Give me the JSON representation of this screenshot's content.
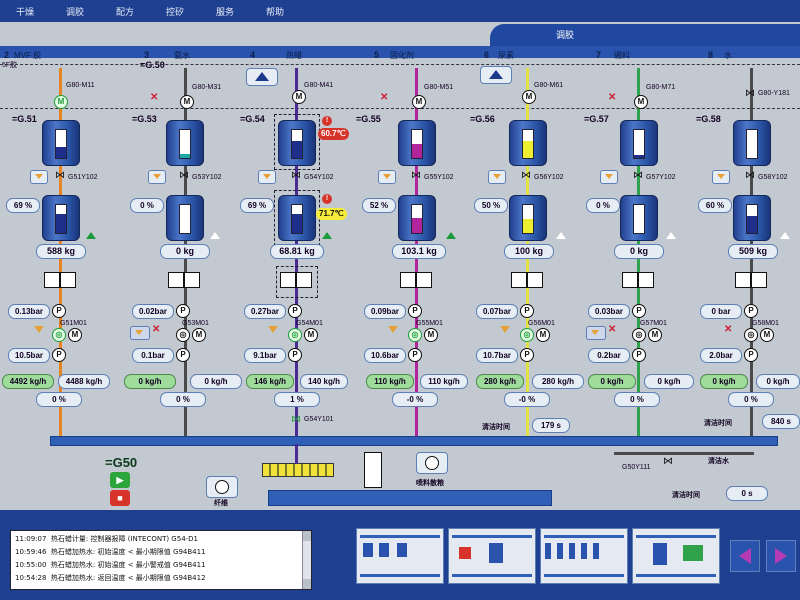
{
  "menu": [
    "干燥",
    "调胶",
    "配方",
    "控矽",
    "服务",
    "帮助"
  ],
  "tab": "调胶",
  "streams": [
    {
      "num": "2",
      "name": "MVF 胶"
    },
    {
      "num": "3",
      "name": "氨水"
    },
    {
      "num": "4",
      "name": "热蜡"
    },
    {
      "num": "5",
      "name": "固化剂"
    },
    {
      "num": "6",
      "name": "尿素"
    },
    {
      "num": "7",
      "name": "硼料"
    },
    {
      "num": "8",
      "name": "水"
    }
  ],
  "top_labels": {
    "left": "5F胶",
    "g50": "=G.50"
  },
  "motor_tags": [
    "G80-M11",
    "G80-M31",
    "G80-M41",
    "G80-M51",
    "G80-M61",
    "G80-M71",
    "G80-Y181"
  ],
  "group_tags": [
    "=G.51",
    "=G.53",
    "=G.54",
    "=G.55",
    "=G.56",
    "=G.57",
    "=G.58"
  ],
  "valve_tags": [
    "G51Y102",
    "G53Y102",
    "G54Y102",
    "G55Y102",
    "G56Y102",
    "G57Y102",
    "G58Y102"
  ],
  "temps": {
    "red": "60.7℃",
    "yellow": "71.7℃"
  },
  "percents": [
    "69 %",
    "0 %",
    "69 %",
    "52 %",
    "50 %",
    "0 %",
    "60 %"
  ],
  "weights": [
    "588 kg",
    "0 kg",
    "68.81 kg",
    "103.1 kg",
    "100 kg",
    "0 kg",
    "509 kg"
  ],
  "pressures_top": [
    "0.13bar",
    "0.02bar",
    "0.27bar",
    "0.09bar",
    "0.07bar",
    "0.03bar",
    "0 bar"
  ],
  "pump_tags": [
    "G51M01",
    "G53M01",
    "G54M01",
    "G55M01",
    "G56M01",
    "G57M01",
    "G58M01"
  ],
  "pressures_bottom": [
    "10.5bar",
    "0.1bar",
    "9.1bar",
    "10.6bar",
    "10.7bar",
    "0.2bar",
    "2.0bar"
  ],
  "flows_left": [
    "4492 kg/h",
    "0 kg/h",
    "146 kg/h",
    "110 kg/h",
    "280 kg/h",
    "0 kg/h",
    "0 kg/h"
  ],
  "flows_right": [
    "4488 kg/h",
    "0 kg/h",
    "140 kg/h",
    "110 kg/h",
    "280 kg/h",
    "0 kg/h",
    "0 kg/h"
  ],
  "deviations": [
    "0 %",
    "0 %",
    "1 %",
    "-0 %",
    "-0 %",
    "0 %",
    "0 %"
  ],
  "g54y101": "G54Y101",
  "cleaning": {
    "label": "清洁时间",
    "value_mid": "179 s",
    "value_right": "840 s"
  },
  "g50y111": {
    "tag": "G50Y111",
    "water": "清洁水",
    "time_label": "清洁时间",
    "time_value": "0 s"
  },
  "g50": {
    "title": "=G50"
  },
  "buttons": {
    "fiber": "纤维",
    "spray": "喷料散粮"
  },
  "alarms": [
    {
      "time": "11:09:07",
      "text": "热石蜡计量: 控制器报障 (INTECONT) G54-D1"
    },
    {
      "time": "10:59:46",
      "text": "热石蜡加热水: 初始温度 < 最小期限值 G94B411"
    },
    {
      "time": "10:55:00",
      "text": "热石蜡加热水: 初始温度 < 最小警戒值 G94B411"
    },
    {
      "time": "10:54:28",
      "text": "热石蜡加热水: 返回温度 < 最小期限值 G94B412"
    }
  ],
  "colors": {
    "menubar": "#1f3f90",
    "background": "#c3c9d0",
    "bus": "#2f5fb6",
    "stream_orange": "#e58420",
    "stream_gray": "#4a4a4a",
    "stream_purple": "#4b2a93",
    "stream_magenta": "#b2249b",
    "stream_yellow": "#e2e247",
    "stream_green": "#2fa24b"
  }
}
